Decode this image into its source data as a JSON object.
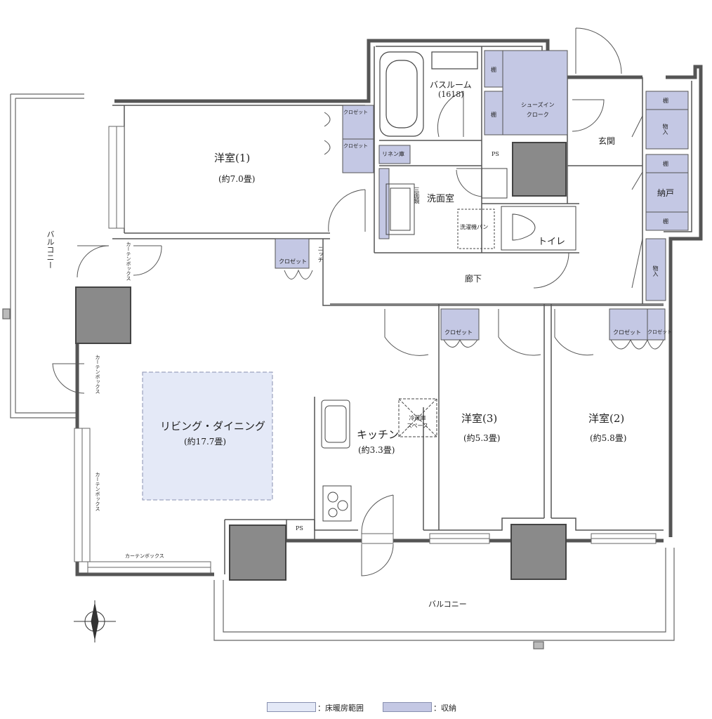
{
  "rooms": {
    "western1": {
      "name": "洋室(1)",
      "area": "(約7.0畳)"
    },
    "western2": {
      "name": "洋室(2)",
      "area": "(約5.8畳)"
    },
    "western3": {
      "name": "洋室(3)",
      "area": "(約5.3畳)"
    },
    "living": {
      "name": "リビング・ダイニング",
      "area": "(約17.7畳)"
    },
    "kitchen": {
      "name": "キッチン",
      "area": "(約3.3畳)"
    },
    "bathroom": {
      "name": "バスルーム",
      "size": "(1618)"
    },
    "washroom": {
      "name": "洗面室"
    },
    "toilet": {
      "name": "トイレ"
    },
    "entrance": {
      "name": "玄関"
    },
    "hallway": {
      "name": "廊下"
    },
    "nando": {
      "name": "納戸"
    },
    "shoe_closet": {
      "name": "シューズイン\nクローク"
    },
    "balcony_west": {
      "name": "バルコニー"
    },
    "balcony_south": {
      "name": "バルコニー"
    }
  },
  "storage": {
    "closet": "クロゼット",
    "linen": "リネン庫",
    "shelf": "棚",
    "monoire": "物入",
    "niche": "ニッチ",
    "ps": "PS",
    "fridge": "冷蔵庫\nスペース",
    "washer": "洗濯機パン",
    "mirror": "三面鏡",
    "curtain_box": "カーテンボックス"
  },
  "legend": {
    "heating": "：床暖房範囲",
    "storage": "：収納",
    "heating_color": "#e4e9f7",
    "storage_color": "#c4c8e4"
  },
  "colors": {
    "wall": "#555555",
    "storage_fill": "#c4c8e4",
    "heating_fill": "#e4e9f7",
    "column_fill": "#8a8a8a"
  }
}
